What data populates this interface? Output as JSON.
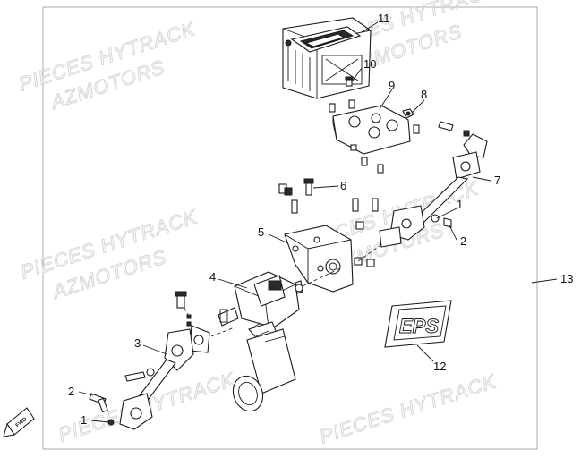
{
  "diagram": {
    "callouts": [
      {
        "id": "c1a",
        "text": "1"
      },
      {
        "id": "c1b",
        "text": "1"
      },
      {
        "id": "c2a",
        "text": "2"
      },
      {
        "id": "c2b",
        "text": "2"
      },
      {
        "id": "c3",
        "text": "3"
      },
      {
        "id": "c4",
        "text": "4"
      },
      {
        "id": "c5",
        "text": "5"
      },
      {
        "id": "c6",
        "text": "6"
      },
      {
        "id": "c7",
        "text": "7"
      },
      {
        "id": "c8",
        "text": "8"
      },
      {
        "id": "c9",
        "text": "9"
      },
      {
        "id": "c10",
        "text": "10"
      },
      {
        "id": "c11",
        "text": "11"
      },
      {
        "id": "c12",
        "text": "12"
      },
      {
        "id": "c13",
        "text": "13"
      }
    ],
    "watermark": {
      "line1": "PIECES HYTRACK",
      "line2": "AZMOTORS"
    },
    "direction_badge": "FWD",
    "decal_text": "EPS"
  }
}
